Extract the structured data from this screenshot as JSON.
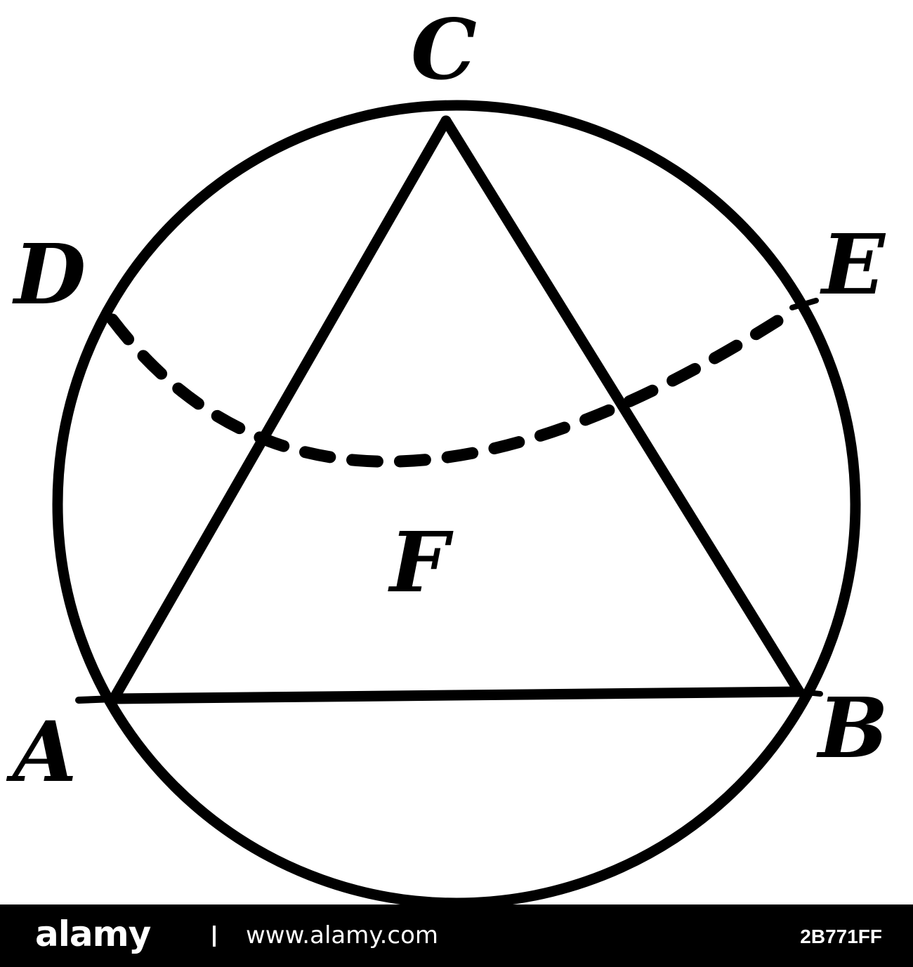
{
  "labels": {
    "A": "A",
    "B": "B",
    "C": "C",
    "D": "D",
    "E": "E",
    "F": "F"
  },
  "watermark": {
    "logo": "alamy",
    "site": "www.alamy.com",
    "image_id": "2B771FF"
  },
  "colors": {
    "ink": "#000000",
    "paper": "#ffffff",
    "banner": "#000000",
    "banner_text": "#ffffff"
  }
}
